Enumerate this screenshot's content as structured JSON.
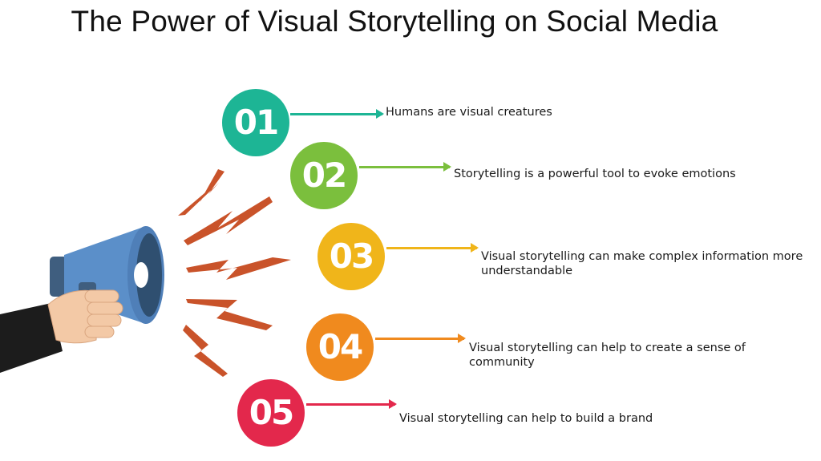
{
  "title": "The Power of Visual Storytelling on Social Media",
  "items": [
    {
      "number": "01",
      "text": "Humans are visual creatures",
      "color": "#1db595"
    },
    {
      "number": "02",
      "text": "Storytelling is a powerful tool to evoke emotions",
      "color": "#7bbf3d"
    },
    {
      "number": "03",
      "text": "Visual storytelling can make complex information more understandable",
      "color": "#f0b51a"
    },
    {
      "number": "04",
      "text": "Visual storytelling can help to create a sense of community",
      "color": "#f08a1e"
    },
    {
      "number": "05",
      "text": "Visual storytelling can help to build a brand",
      "color": "#e3284c"
    }
  ],
  "colors": {
    "megaphone_body": "#5b8fc9",
    "megaphone_dark": "#3f5e7f",
    "skin": "#f3c9a6",
    "sleeve": "#1c1c1c",
    "sound_waves": "#c9532a"
  },
  "icons": [
    "megaphone-icon",
    "hand-icon",
    "lightning-wave-icon"
  ]
}
